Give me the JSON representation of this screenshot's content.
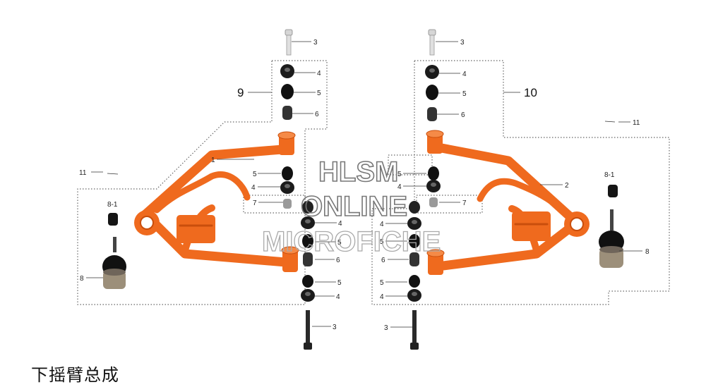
{
  "caption": "下摇臂总成",
  "watermark": {
    "line1": "HLSM",
    "line2": "ONLINE",
    "line3": "MICROFICHE"
  },
  "callouts": {
    "c1": "1",
    "c2": "2",
    "c3": "3",
    "c4": "4",
    "c5": "5",
    "c6": "6",
    "c7": "7",
    "c8": "8",
    "c8_1": "8-1",
    "c9": "9",
    "c10": "10",
    "c11": "11"
  },
  "colors": {
    "arm": "#ef6a1e",
    "arm_shade": "#c94e0c",
    "rubber": "#1a1a1a",
    "bolt": "#cfcfcf"
  }
}
